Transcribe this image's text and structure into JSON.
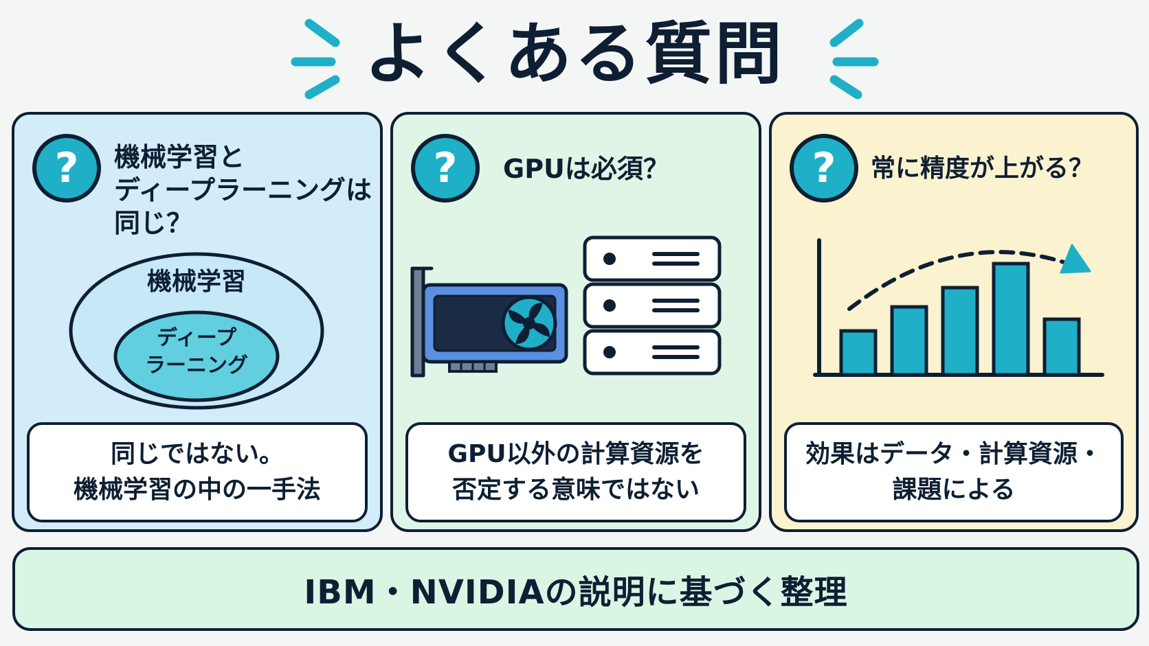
{
  "title": "よくある質問",
  "colors": {
    "accent": "#1fb0c8",
    "ink": "#0e1f33",
    "card1_bg": "#d3ecfa",
    "card2_bg": "#dff6e6",
    "card3_bg": "#fbf3cf",
    "footer_bg": "#d9f5e4"
  },
  "question_icon": "question-mark-icon",
  "cards": [
    {
      "question_lines": [
        "機械学習と",
        "ディープラーニングは",
        "同じ？"
      ],
      "diagram": {
        "outer_label": "機械学習",
        "inner_label_lines": [
          "ディープ",
          "ラーニング"
        ]
      },
      "answer_lines": [
        "同じではない。",
        "機械学習の中の一手法"
      ]
    },
    {
      "question_lines": [
        "GPUは必須？"
      ],
      "icons": [
        "gpu-card-icon",
        "server-rack-icon"
      ],
      "answer_lines": [
        "GPU以外の計算資源を",
        "否定する意味ではない"
      ]
    },
    {
      "question_lines": [
        "常に精度が上がる？"
      ],
      "chart_icon": "bar-chart-trend-icon",
      "answer_lines": [
        "効果はデータ・計算資源・",
        "課題による"
      ]
    }
  ],
  "footer": "IBM・NVIDIAの説明に基づく整理"
}
